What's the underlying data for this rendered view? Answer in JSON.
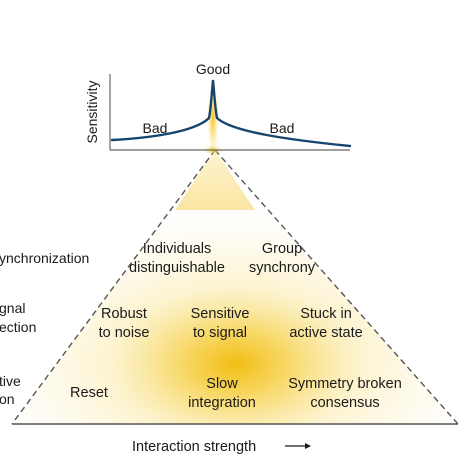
{
  "inset": {
    "top_label": "Good",
    "y_axis_label": "Sensitivity",
    "left_label": "Bad",
    "right_label": "Bad"
  },
  "row_labels": {
    "row1": "ynchronization",
    "row2_line1": "gnal",
    "row2_line2": "ection",
    "row3_line1": "tive",
    "row3_line2": "on"
  },
  "cells": {
    "r1_left_line1": "Individuals",
    "r1_left_line2": "distinguishable",
    "r1_right_line1": "Group",
    "r1_right_line2": "synchrony",
    "r2_left_line1": "Robust",
    "r2_left_line2": "to noise",
    "r2_mid_line1": "Sensitive",
    "r2_mid_line2": "to signal",
    "r2_right_line1": "Stuck in",
    "r2_right_line2": "active state",
    "r3_left": "Reset",
    "r3_mid_line1": "Slow",
    "r3_mid_line2": "integration",
    "r3_right_line1": "Symmetry broken",
    "r3_right_line2": "consensus"
  },
  "x_axis": {
    "label": "Interaction strength",
    "arrow": "⟶"
  },
  "colors": {
    "curve": "#16466e",
    "glow": "#f2c21a",
    "axis": "#555555",
    "dashes": "#555555"
  }
}
